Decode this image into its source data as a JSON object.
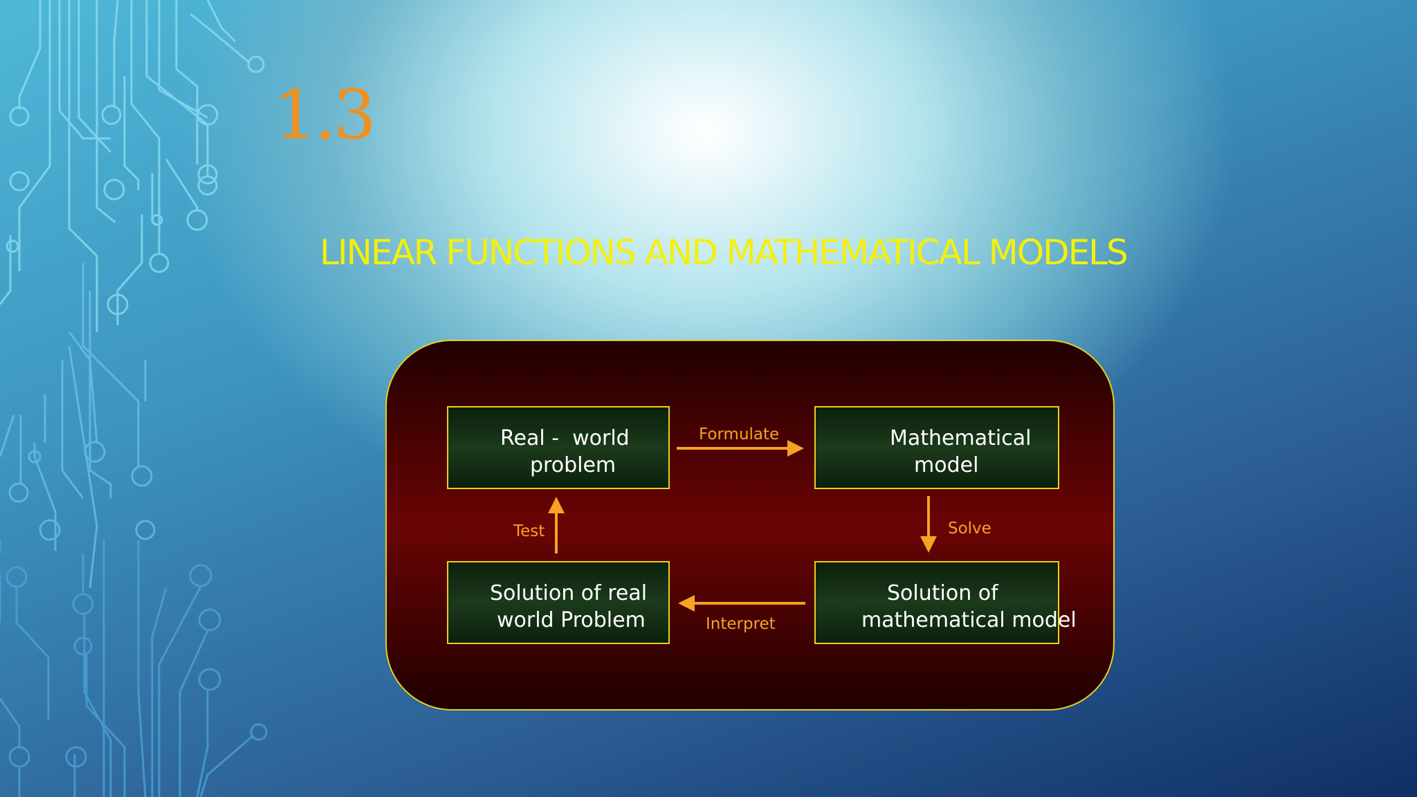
{
  "slide": {
    "number": "1.3",
    "title": "LINEAR FUNCTIONS AND MATHEMATICAL MODELS"
  },
  "diagram": {
    "boxes": {
      "real_world_problem": [
        "Real -  world",
        "problem"
      ],
      "mathematical_model": [
        "Mathematical",
        "model"
      ],
      "solution_math_model": [
        "Solution of",
        "mathematical model"
      ],
      "solution_real_world": [
        "Solution of real",
        "world Problem"
      ]
    },
    "arrows": {
      "formulate": "Formulate",
      "solve": "Solve",
      "interpret": "Interpret",
      "test": "Test"
    }
  },
  "colors": {
    "slide_number": "#f0901e",
    "title": "#f4f00a",
    "arrow": "#f6a224",
    "box_border": "#e6d31c",
    "panel_border": "#e5d21e",
    "circuit": "#7fd3ea"
  }
}
